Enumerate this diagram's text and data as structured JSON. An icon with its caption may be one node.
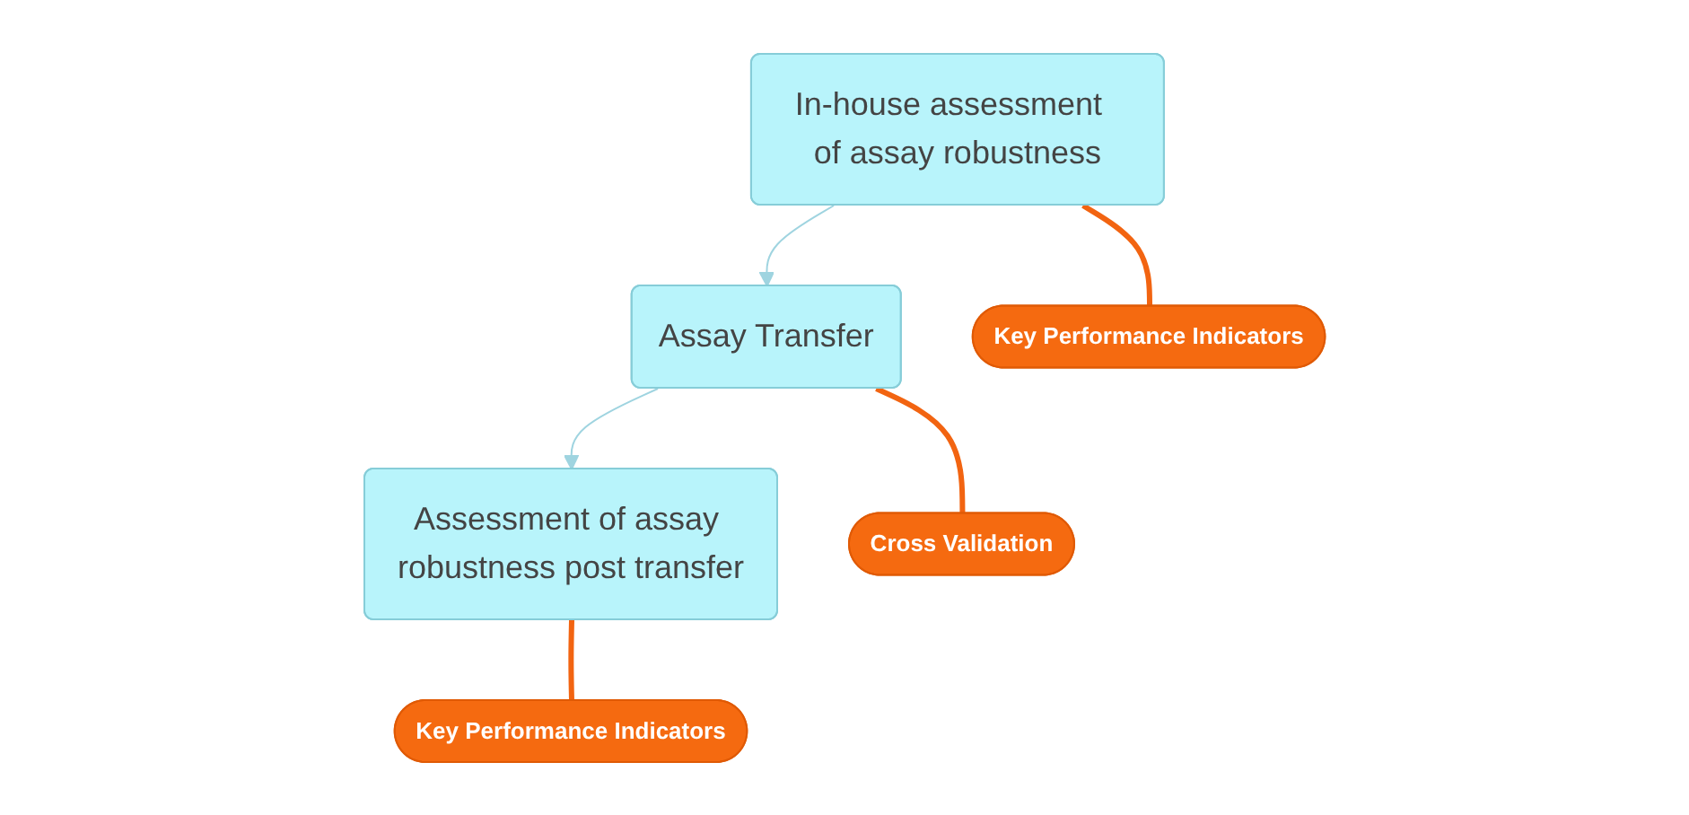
{
  "diagram": {
    "nodes": [
      {
        "text": [
          "In-house assessment  of assay robustness"
        ]
      },
      {
        "text": [
          "Assay Transfer"
        ]
      },
      {
        "text": [
          "Assessment of assay robustness post transfer"
        ]
      },
      {
        "text": [
          "Key Performance Indicators"
        ]
      },
      {
        "text": [
          "Cross Validation"
        ]
      },
      {
        "text": [
          "Key Performance Indicators"
        ]
      }
    ],
    "edges": [
      {
        "from": 0,
        "to": 1,
        "arrow": "to",
        "color": "#9fd4e0"
      },
      {
        "from": 1,
        "to": 2,
        "arrow": "to",
        "color": "#9fd4e0"
      },
      {
        "from": 0,
        "to": 3,
        "arrow": "none",
        "color": "#f26411"
      },
      {
        "from": 1,
        "to": 4,
        "arrow": "none",
        "color": "#f26411"
      },
      {
        "from": 2,
        "to": 5,
        "arrow": "none",
        "color": "#f26411"
      }
    ]
  }
}
